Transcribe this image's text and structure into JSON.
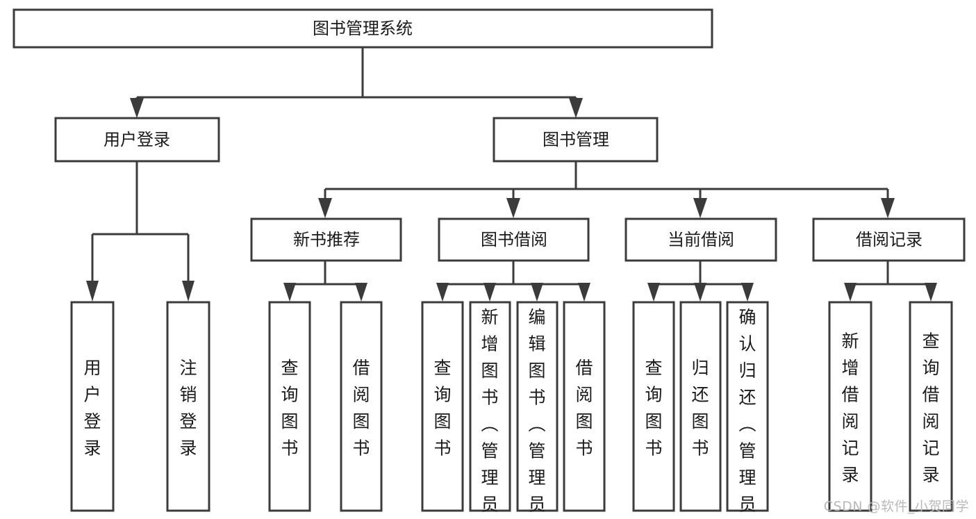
{
  "diagram": {
    "type": "tree-hierarchy-chart",
    "title": "图书管理系统",
    "colors": {
      "box_fill": "#ffffff",
      "box_stroke": "#3b3b3b",
      "text": "#1a1a1a",
      "watermark": "#b9b9b9",
      "background": "#ffffff"
    },
    "levels": {
      "level1": [
        "图书管理系统"
      ],
      "level2": [
        "用户登录",
        "图书管理"
      ],
      "level3": [
        "新书推荐",
        "图书借阅",
        "当前借阅",
        "借阅记录"
      ],
      "level4": [
        "用户登录",
        "注销登录",
        "查询图书",
        "借阅图书",
        "查询图书",
        "新增图书（管理员）",
        "编辑图书（管理员）",
        "借阅图书",
        "查询图书",
        "归还图书",
        "确认归还（管理员）",
        "新增借阅记录",
        "查询借阅记录"
      ]
    },
    "root": {
      "label": "图书管理系统",
      "children": [
        {
          "label": "用户登录",
          "children": [
            {
              "label": "用户登录"
            },
            {
              "label": "注销登录"
            }
          ]
        },
        {
          "label": "图书管理",
          "children": [
            {
              "label": "新书推荐",
              "children": [
                {
                  "label": "查询图书"
                },
                {
                  "label": "借阅图书"
                }
              ]
            },
            {
              "label": "图书借阅",
              "children": [
                {
                  "label": "查询图书"
                },
                {
                  "label": "新增图书（管理员）"
                },
                {
                  "label": "编辑图书（管理员）"
                },
                {
                  "label": "借阅图书"
                }
              ]
            },
            {
              "label": "当前借阅",
              "children": [
                {
                  "label": "查询图书"
                },
                {
                  "label": "归还图书"
                },
                {
                  "label": "确认归还（管理员）"
                }
              ]
            },
            {
              "label": "借阅记录",
              "children": [
                {
                  "label": "新增借阅记录"
                },
                {
                  "label": "查询借阅记录"
                }
              ]
            }
          ]
        }
      ]
    },
    "nodes": {
      "root": {
        "label": "图书管理系统"
      },
      "n_user_login": {
        "label": "用户登录"
      },
      "n_book_mgmt": {
        "label": "图书管理"
      },
      "n_new_book_rec": {
        "label": "新书推荐"
      },
      "n_book_borrow": {
        "label": "图书借阅"
      },
      "n_current_borrow": {
        "label": "当前借阅"
      },
      "n_borrow_record": {
        "label": "借阅记录"
      },
      "leaf_user_login": {
        "label": "用户登录"
      },
      "leaf_logout": {
        "label": "注销登录"
      },
      "leaf_query_book_1": {
        "label": "查询图书"
      },
      "leaf_borrow_book_1": {
        "label": "借阅图书"
      },
      "leaf_query_book_2": {
        "label": "查询图书"
      },
      "leaf_add_book": {
        "label": "新增图书（管理员）"
      },
      "leaf_edit_book": {
        "label": "编辑图书（管理员）"
      },
      "leaf_borrow_book_2": {
        "label": "借阅图书"
      },
      "leaf_query_book_3": {
        "label": "查询图书"
      },
      "leaf_return_book": {
        "label": "归还图书"
      },
      "leaf_confirm_return": {
        "label": "确认归还（管理员）"
      },
      "leaf_add_record": {
        "label": "新增借阅记录"
      },
      "leaf_query_record": {
        "label": "查询借阅记录"
      }
    }
  },
  "watermark": {
    "text": "CSDN @软件_小贺同学"
  }
}
